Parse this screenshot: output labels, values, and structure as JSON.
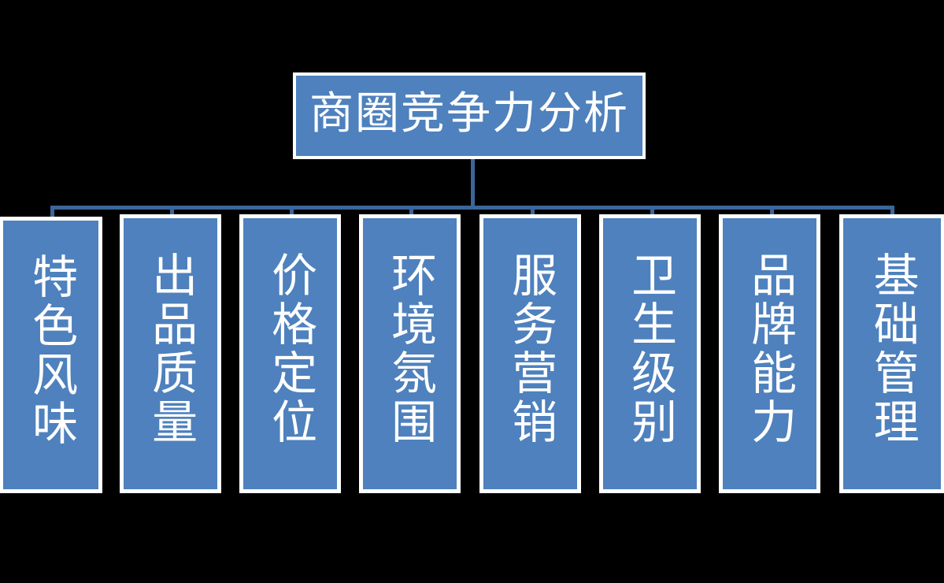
{
  "diagram": {
    "type": "org-chart",
    "title": "商圈竞争力分析",
    "orientation": "top-down",
    "colors": {
      "node_fill": "#4e81bd",
      "node_border": "#ffffff",
      "connector": "#3c6699",
      "text": "#ffffff",
      "background": "#000000"
    },
    "root": {
      "label": "商圈竞争力分析"
    },
    "children": [
      {
        "label": "特色风味"
      },
      {
        "label": "出品质量"
      },
      {
        "label": "价格定位"
      },
      {
        "label": "环境氛围"
      },
      {
        "label": "服务营销"
      },
      {
        "label": "卫生级别"
      },
      {
        "label": "品牌能力"
      },
      {
        "label": "基础管理"
      }
    ]
  }
}
